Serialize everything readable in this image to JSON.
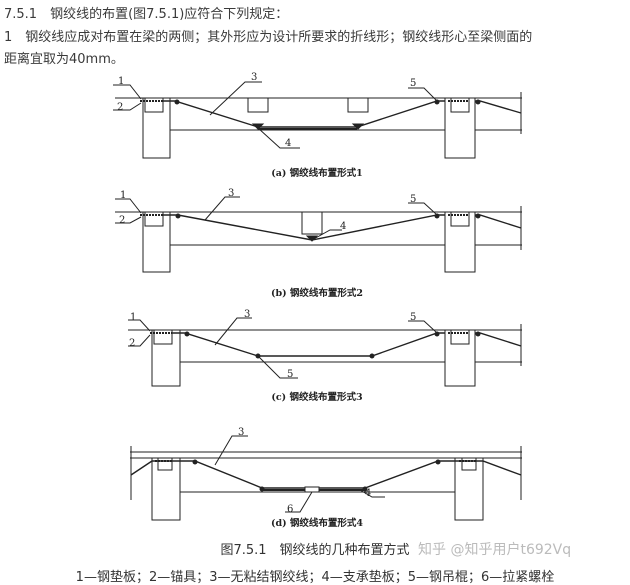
{
  "text": {
    "heading": "7.5.1　钢绞线的布置(图7.5.1)应符合下列规定：",
    "para_line1": "1　钢绞线应成对布置在梁的两侧；其外形应为设计所要求的折线形；钢绞线形心至梁侧面的",
    "para_line2": "距离宜取为40mm。"
  },
  "diagrams": [
    {
      "caption": "(a) 钢绞线布置形式1",
      "labels": [
        "1",
        "2",
        "3",
        "4",
        "5"
      ]
    },
    {
      "caption": "(b) 钢绞线布置形式2",
      "labels": [
        "1",
        "2",
        "3",
        "4",
        "5"
      ]
    },
    {
      "caption": "(c) 钢绞线布置形式3",
      "labels": [
        "1",
        "2",
        "3",
        "5",
        "5"
      ]
    },
    {
      "caption": "(d) 钢绞线布置形式4",
      "labels": [
        "3",
        "6",
        "4"
      ]
    }
  ],
  "figure": {
    "caption": "图7.5.1　钢绞线的几种布置方式",
    "legend": "1—钢垫板；2—锚具；3—无粘结钢绞线；4—支承垫板；5—钢吊棍；6—拉紧螺栓"
  },
  "watermark": "知乎 @知乎用户t692Vq"
}
